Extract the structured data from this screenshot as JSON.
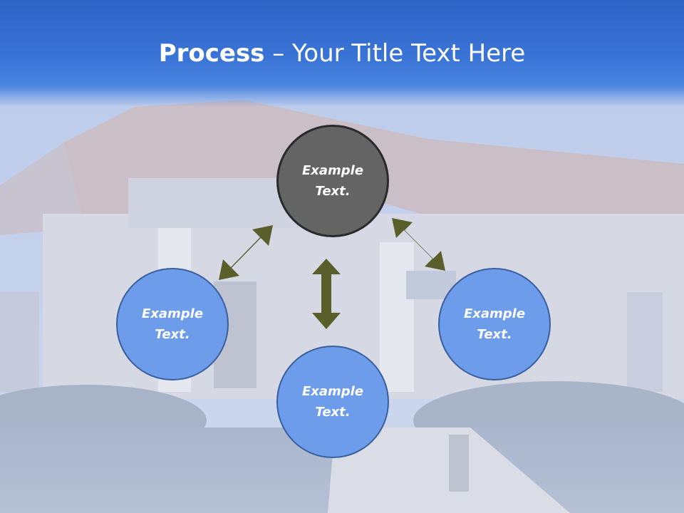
{
  "title": {
    "bold": "Process",
    "rest": " – Your Title Text Here"
  },
  "nodes": {
    "top": "Example\nText.",
    "left": "Example\nText.",
    "right": "Example\nText.",
    "bottom": "Example\nText."
  },
  "colors": {
    "title_band": "#3a74d6",
    "node_blue": "#6d9ceb",
    "node_blue_border": "#3a5f9f",
    "node_gray": "#646464",
    "arrow": "#5a5e2a"
  }
}
